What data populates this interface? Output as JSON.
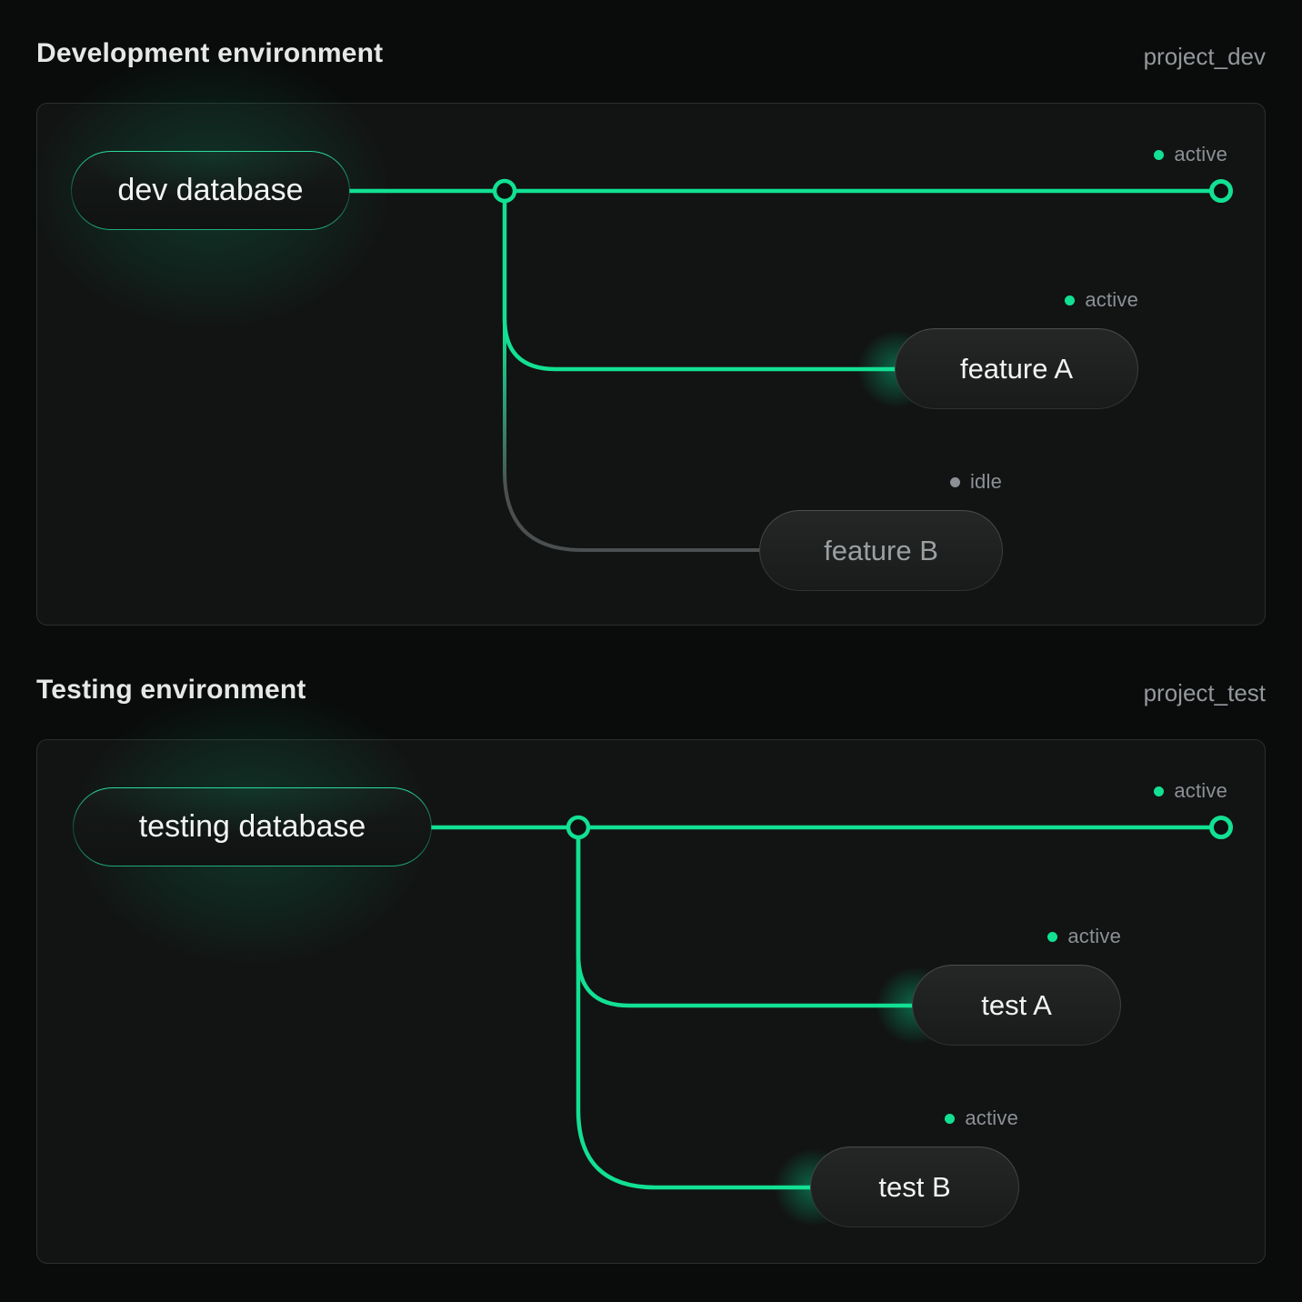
{
  "panels": [
    {
      "title": "Development environment",
      "project_label": "project_dev",
      "main_branch": {
        "name": "dev database",
        "status": "active"
      },
      "branches": [
        {
          "name": "feature A",
          "status": "active"
        },
        {
          "name": "feature B",
          "status": "idle"
        }
      ]
    },
    {
      "title": "Testing environment",
      "project_label": "project_test",
      "main_branch": {
        "name": "testing database",
        "status": "active"
      },
      "branches": [
        {
          "name": "test A",
          "status": "active"
        },
        {
          "name": "test B",
          "status": "active"
        }
      ]
    }
  ],
  "colors": {
    "accent_green": "#12e093",
    "idle_gray": "#8c9196",
    "idle_line": "#4b4f50"
  }
}
